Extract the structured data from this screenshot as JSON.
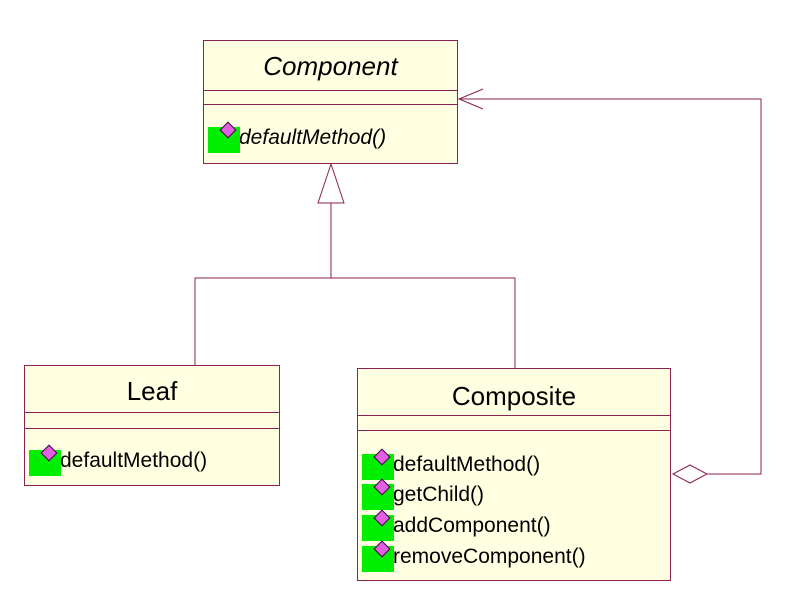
{
  "diagram": {
    "type": "uml-class-diagram",
    "colors": {
      "box_fill": "#ffffe1",
      "box_border": "#8b2252",
      "line": "#8b2252",
      "method_icon_bg": "#00ee00",
      "method_icon_gem": "#e060e0"
    },
    "classes": [
      {
        "name": "Component",
        "abstract": true,
        "methods": [
          "defaultMethod()"
        ]
      },
      {
        "name": "Leaf",
        "abstract": false,
        "methods": [
          "defaultMethod()"
        ]
      },
      {
        "name": "Composite",
        "abstract": false,
        "methods": [
          "defaultMethod()",
          "getChild()",
          "addComponent()",
          "removeComponent()"
        ]
      }
    ],
    "relationships": [
      {
        "kind": "generalization",
        "from": "Leaf",
        "to": "Component"
      },
      {
        "kind": "generalization",
        "from": "Composite",
        "to": "Component"
      },
      {
        "kind": "aggregation",
        "from": "Composite",
        "to": "Component",
        "navigable": true
      }
    ]
  }
}
